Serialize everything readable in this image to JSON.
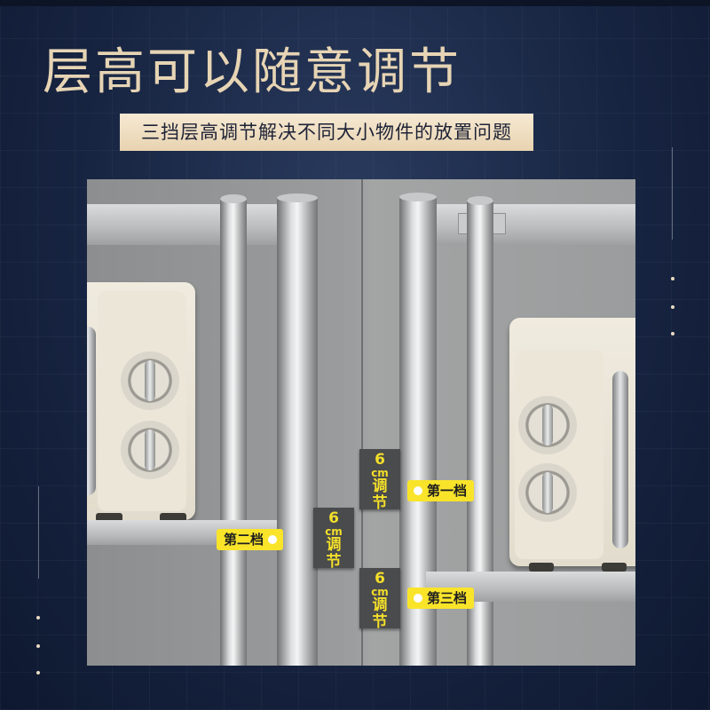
{
  "header": {
    "title": "层高可以随意调节",
    "subtitle": "三挡层高调节解决不同大小物件的放置问题"
  },
  "labels": {
    "level_1": "第一档",
    "level_2": "第二档",
    "level_3": "第三档",
    "adjust_number": "6",
    "adjust_unit": "cm",
    "adjust_word_1": "调",
    "adjust_word_2": "节"
  },
  "colors": {
    "background": "#172441",
    "title": "#e6d4b4",
    "subtitle_bg": "#f6e9d3",
    "tag": "#f9e42a",
    "adjust_box": "#4a4b4c",
    "adjust_text": "#f3df2a"
  }
}
